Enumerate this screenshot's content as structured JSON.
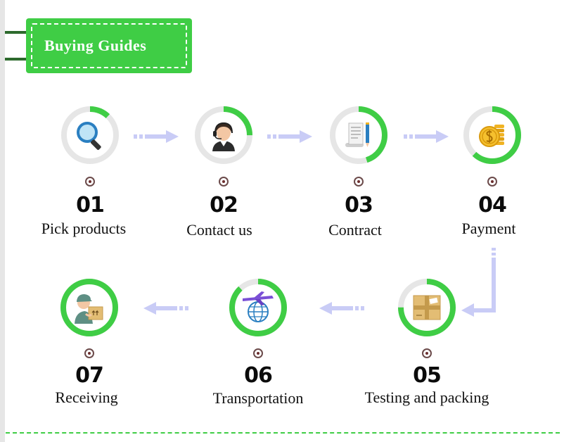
{
  "header": {
    "title": "Buying Guides"
  },
  "colors": {
    "accent": "#3fcd45",
    "ring_track": "#e6e6e6",
    "arrow": "#c9ccf6"
  },
  "steps": [
    {
      "number": "01",
      "label": "Pick products",
      "progress": 0.12,
      "icon": "magnifier-icon"
    },
    {
      "number": "02",
      "label": "Contact us",
      "progress": 0.25,
      "icon": "customer-service-icon"
    },
    {
      "number": "03",
      "label": "Contract",
      "progress": 0.45,
      "icon": "contract-icon"
    },
    {
      "number": "04",
      "label": "Payment",
      "progress": 0.62,
      "icon": "coins-icon"
    },
    {
      "number": "05",
      "label": "Testing and packing",
      "progress": 0.75,
      "icon": "package-icon"
    },
    {
      "number": "06",
      "label": "Transportation",
      "progress": 0.88,
      "icon": "globe-plane-icon"
    },
    {
      "number": "07",
      "label": "Receiving",
      "progress": 1.0,
      "icon": "delivery-man-icon"
    }
  ]
}
